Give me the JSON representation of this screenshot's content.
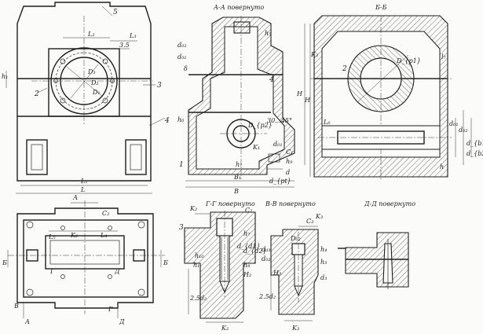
{
  "views": {
    "aa": {
      "title": "А-А повернуто"
    },
    "bb": {
      "title": "Б-Б"
    },
    "gg": {
      "title": "Г-Г повернуто"
    },
    "vv": {
      "title": "В-В повернуто"
    },
    "dd": {
      "title": "Д-Д повернуто"
    }
  },
  "callouts": {
    "n1": "1",
    "n2": "2",
    "n3": "3",
    "n4": "4",
    "n5": "5"
  },
  "front_view": {
    "L2": "L₂",
    "L3": "L₃",
    "d35": "3.5",
    "h1": "h₁",
    "L1": "L₁",
    "L": "L",
    "D3": "D₃",
    "D2": "D₂",
    "D1": "D₁"
  },
  "aa_view": {
    "h5": "h₅",
    "d01": "d₀₁",
    "d02": "d₀₂",
    "delta": "δ",
    "H": "H",
    "h6": "h₆",
    "Dp2": "D_{p2}",
    "angle": "30...45°",
    "K1": "K₁",
    "C1": "C₁",
    "dd1": "d₀₁",
    "h9": "h₉",
    "h7": "h₇",
    "B1": "B₁",
    "B": "B",
    "dpt": "d_{pt}",
    "d": "d"
  },
  "bb_view": {
    "K3": "K₃",
    "H": "H",
    "Dp1": "D_{p1}",
    "L6": "L₆",
    "l7": "l₇",
    "d61": "d₆₁",
    "d62": "d₆₂",
    "db1": "d_{b1}",
    "db2": "d_{b2}",
    "h": "h"
  },
  "plan_view": {
    "A": "А",
    "B_sec": "Б",
    "V": "В",
    "G": "Г",
    "D_sec": "Д",
    "C2": "C₂",
    "L5": "L₅",
    "K2": "K₂",
    "L4": "L₄"
  },
  "gg_view": {
    "K2": "K₂",
    "C2": "C₂",
    "h7": "h₇",
    "h1": "h₁",
    "h10": "h₁₀",
    "H2": "H₂",
    "h8": "h₈",
    "dd2": "d_{d2}",
    "dd1": "d_{d1}",
    "d25": "2.5d₂",
    "K2b": "K₂",
    "num3": "3"
  },
  "vv_view": {
    "C3": "C₃",
    "K3": "K₃",
    "Dd2": "D₀₂",
    "d03": "d₀₃",
    "dd2": "d₀₂",
    "H3": "H₃",
    "h3": "h₃",
    "d3": "d₃",
    "d25": "2.5d₂",
    "K3b": "K₃",
    "h4": "h₄"
  }
}
